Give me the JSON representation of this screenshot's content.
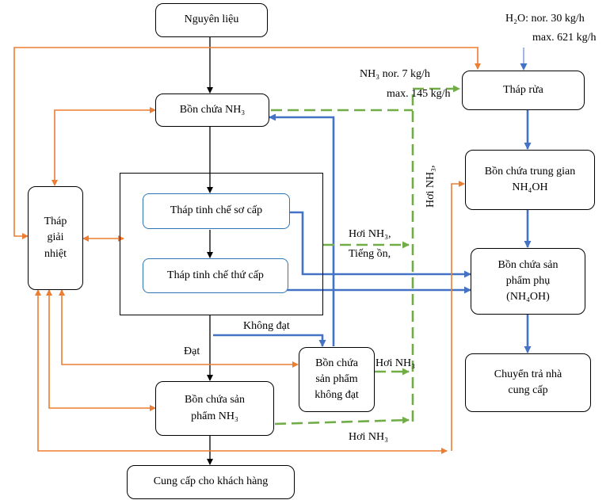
{
  "nodes": {
    "nguyen_lieu": "Nguyên liệu",
    "bon_chua_nh3": "Bồn chứa NH₃",
    "thap_tinh_che_so_cap": "Tháp tinh chế sơ cấp",
    "thap_tinh_che_thu_cap": "Tháp tinh chế thứ cấp",
    "thap_giai_nhiet": "Tháp giải nhiệt",
    "bon_chua_san_pham_nh3": "Bồn chứa sản phẩm NH₃",
    "bon_chua_san_pham_khong_dat": "Bồn chứa sản phẩm không đạt",
    "cung_cap_khach_hang": "Cung cấp cho khách hàng",
    "thap_rua": "Tháp rửa",
    "bon_chua_trung_gian": "Bồn chứa trung gian NH₄OH",
    "bon_chua_san_pham_phu": "Bồn chứa sản phẩm phụ (NH₄OH)",
    "chuyen_tra_nha_cung_cap": "Chuyển trả nhà cung cấp"
  },
  "labels": {
    "h2o_nor": "H₂O: nor. 30 kg/h",
    "h2o_max": "max. 621 kg/h",
    "nh3_nor": "NH₃ nor. 7 kg/h",
    "nh3_max": "max. 145 kg/h",
    "hoi_nh3_vertical": "Hơi NH₃,",
    "hoi_nh3_tieng_on_1": "Hơi NH₃,",
    "hoi_nh3_tieng_on_2": "Tiếng ồn,",
    "khong_dat": "Không đạt",
    "dat": "Đạt",
    "hoi_nh3_reject": "Hơi NH₃",
    "hoi_nh3_bottom": "Hơi NH₃"
  },
  "colors": {
    "black": "#000000",
    "blue": "#4472c4",
    "orange": "#ed7d31",
    "green": "#70ad47",
    "box_blue_border": "#2e75b6"
  }
}
